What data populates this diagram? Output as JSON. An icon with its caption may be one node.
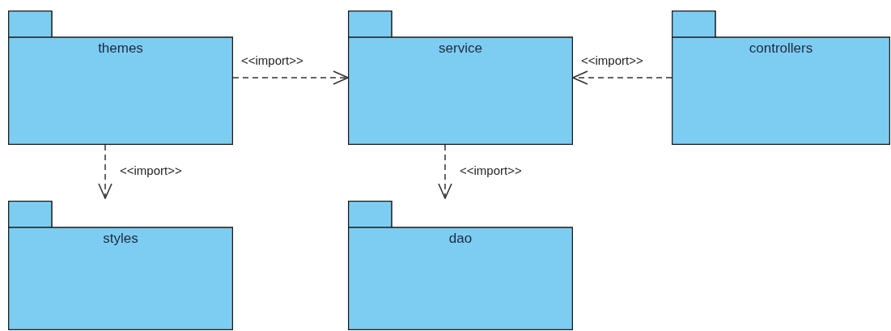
{
  "diagram": {
    "nodes": [
      {
        "text": [
          "themes"
        ]
      },
      {
        "text": [
          "service"
        ]
      },
      {
        "text": [
          "controllers"
        ]
      },
      {
        "text": [
          "styles"
        ]
      },
      {
        "text": [
          "dao"
        ]
      }
    ],
    "edges": [
      {
        "from": 0,
        "to": 1,
        "arrow": "to",
        "label": "<<import>>",
        "style": "dashed"
      },
      {
        "from": 2,
        "to": 1,
        "arrow": "to",
        "label": "<<import>>",
        "style": "dashed"
      },
      {
        "from": 0,
        "to": 3,
        "arrow": "to",
        "label": "<<import>>",
        "style": "dashed"
      },
      {
        "from": 1,
        "to": 4,
        "arrow": "to",
        "label": "<<import>>",
        "style": "dashed"
      }
    ]
  }
}
